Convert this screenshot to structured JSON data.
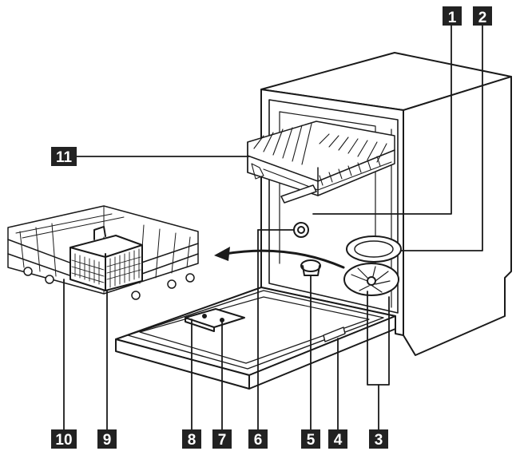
{
  "callouts": [
    {
      "id": "c1",
      "label": "1"
    },
    {
      "id": "c2",
      "label": "2"
    },
    {
      "id": "c3",
      "label": "3"
    },
    {
      "id": "c4",
      "label": "4"
    },
    {
      "id": "c5",
      "label": "5"
    },
    {
      "id": "c6",
      "label": "6"
    },
    {
      "id": "c7",
      "label": "7"
    },
    {
      "id": "c8",
      "label": "8"
    },
    {
      "id": "c9",
      "label": "9"
    },
    {
      "id": "c10",
      "label": "10"
    },
    {
      "id": "c11",
      "label": "11"
    }
  ],
  "colors": {
    "line": "#1a1a1a",
    "callout_bg": "#222222",
    "callout_text": "#ffffff",
    "background": "#ffffff"
  }
}
